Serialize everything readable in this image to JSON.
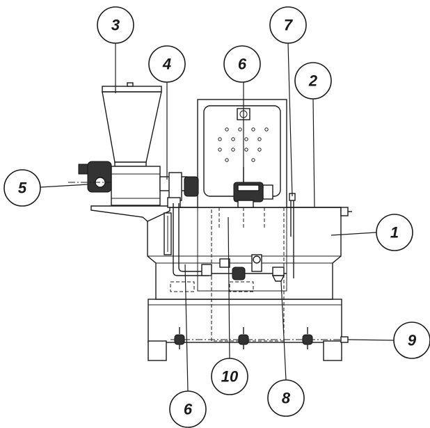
{
  "callouts": [
    {
      "id": "c1",
      "label": "1"
    },
    {
      "id": "c2",
      "label": "2"
    },
    {
      "id": "c3",
      "label": "3"
    },
    {
      "id": "c4",
      "label": "4"
    },
    {
      "id": "c5",
      "label": "5"
    },
    {
      "id": "c6a",
      "label": "6"
    },
    {
      "id": "c6b",
      "label": "6"
    },
    {
      "id": "c7",
      "label": "7"
    },
    {
      "id": "c8",
      "label": "8"
    },
    {
      "id": "c9",
      "label": "9"
    },
    {
      "id": "c10",
      "label": "10"
    }
  ]
}
